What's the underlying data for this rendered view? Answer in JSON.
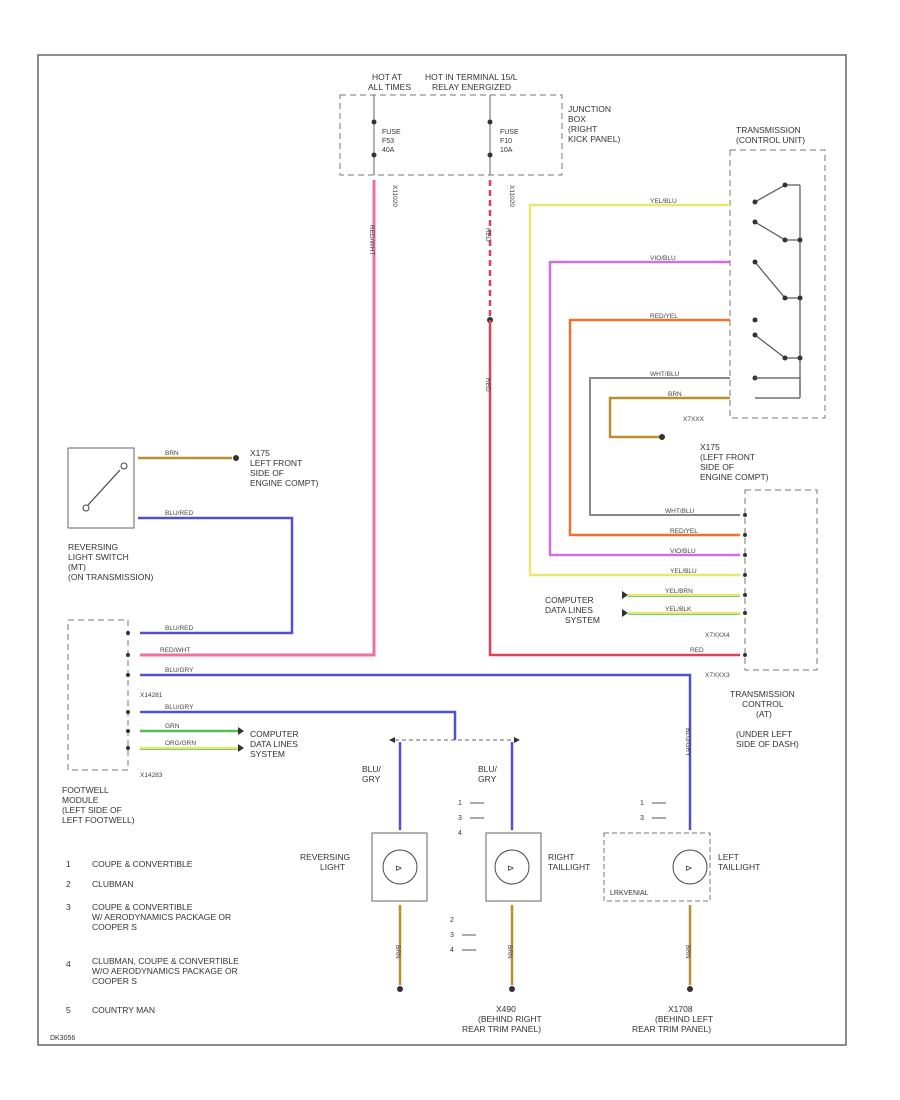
{
  "top": {
    "hot_at_all_times": [
      "HOT AT",
      "ALL TIMES"
    ],
    "hot_terminal": [
      "HOT IN TERMINAL 15/L",
      "RELAY ENERGIZED"
    ],
    "fuse_left": [
      "FUSE",
      "F53",
      "40A"
    ],
    "fuse_right": [
      "FUSE",
      "F10",
      "10A"
    ],
    "junction_box": [
      "JUNCTION",
      "BOX",
      "(RIGHT",
      "KICK PANEL)"
    ],
    "conn_left": "X11020",
    "conn_right": "X11020"
  },
  "transmission_switch": {
    "title": [
      "TRANSMISSION",
      "(CONTROL UNIT)"
    ],
    "conn": "X7XXX"
  },
  "wires": {
    "yel_blu": "YEL/BLU",
    "vio_blu": "VIO/BLU",
    "red_yel": "RED/YEL",
    "wht_blu": "WHT/BLU",
    "brn": "BRN",
    "red_wht": "RED/WHT",
    "red": "RED",
    "blu_red": "BLU/RED",
    "blu_gry": "BLU/GRY",
    "grn": "GRN",
    "org_grn": "ORG/GRN",
    "yel_brn": "YEL/BRN",
    "yel_blk": "YEL/BLK"
  },
  "grounds": {
    "x175_right": [
      "X175",
      "(LEFT FRONT",
      "SIDE OF",
      "ENGINE COMPT)"
    ],
    "x175_left": [
      "X175",
      "LEFT FRONT",
      "SIDE OF",
      "ENGINE COMPT)"
    ],
    "x490": [
      "X490",
      "(BEHIND RIGHT",
      "REAR TRIM PANEL)"
    ],
    "x1708": [
      "X1708",
      "(BEHIND LEFT",
      "REAR TRIM PANEL)"
    ],
    "x7xxx": "X7XXX"
  },
  "reversing_switch": {
    "label": [
      "REVERSING",
      "LIGHT SWITCH",
      "(MT)",
      "(ON TRANSMISSION)"
    ]
  },
  "footwell": {
    "label": [
      "FOOTWELL",
      "MODULE",
      "(LEFT SIDE OF",
      "LEFT FOOTWELL)"
    ],
    "conn_top": "X14281",
    "conn_bottom": "X14283"
  },
  "data_lines": [
    "COMPUTER",
    "DATA LINES",
    "SYSTEM"
  ],
  "tcm": {
    "label": [
      "TRANSMISSION",
      "CONTROL",
      "(AT)",
      "(UNDER LEFT",
      "SIDE OF DASH)"
    ],
    "conn_top": "X7XXX4",
    "conn_bottom": "X7XXX3"
  },
  "lamps": {
    "reversing": [
      "REVERSING",
      "LIGHT"
    ],
    "right_tail": [
      "RIGHT",
      "TAILLIGHT"
    ],
    "left_tail": [
      "LEFT",
      "TAILLIGHT"
    ],
    "housing": "LRKVENIAL"
  },
  "feed_labels": {
    "left": [
      "BLU/",
      "GRY"
    ],
    "right": [
      "BLU/",
      "GRY"
    ]
  },
  "legend": [
    {
      "num": "1",
      "text": [
        "COUPE & CONVERTIBLE"
      ]
    },
    {
      "num": "2",
      "text": [
        "CLUBMAN"
      ]
    },
    {
      "num": "3",
      "text": [
        "COUPE & CONVERTIBLE",
        "W/ AERODYNAMICS PACKAGE OR",
        "COOPER S"
      ]
    },
    {
      "num": "4",
      "text": [
        "CLUBMAN, COUPE & CONVERTIBLE",
        "W/O AERODYNAMICS PACKAGE OR",
        "COOPER S"
      ]
    },
    {
      "num": "5",
      "text": [
        "COUNTRY MAN"
      ]
    }
  ],
  "footer_code": "DK3056",
  "colors": {
    "red_wht": "#f0709a",
    "red": "#e0405a",
    "yellow": "#e8e870",
    "violet": "#d070e0",
    "orange": "#f07030",
    "grey": "#888888",
    "brown": "#b89030",
    "blue": "#5050d0",
    "green": "#50c050"
  }
}
